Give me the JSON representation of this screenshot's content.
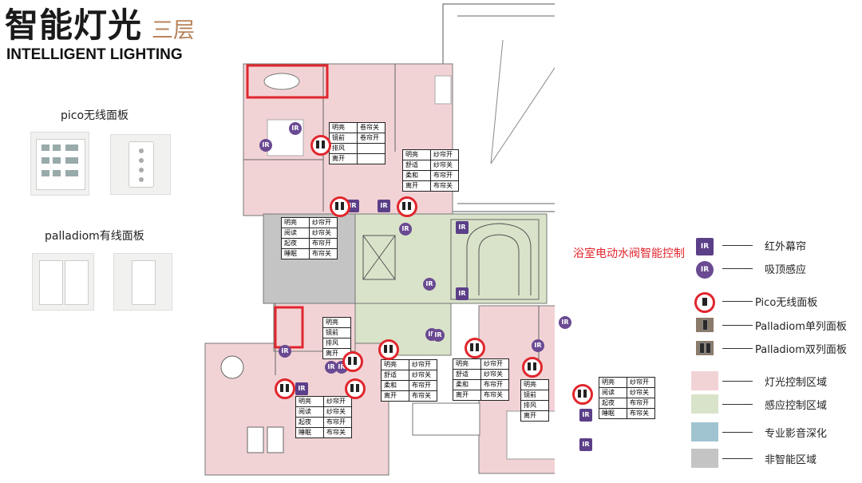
{
  "header": {
    "title_cn": "智能灯光",
    "title_floor": "三层",
    "title_en": "INTELLIGENT LIGHTING"
  },
  "left": {
    "pico_label": "pico无线面板",
    "palladiom_label": "palladiom有线面板"
  },
  "callout": "浴室电动水阀智能控制",
  "markers": {
    "ir": "IR"
  },
  "tables": [
    {
      "rows": [
        [
          "明亮",
          "卷帘关"
        ],
        [
          "镜前",
          "卷帘开"
        ],
        [
          "排风",
          ""
        ],
        [
          "离开",
          ""
        ]
      ]
    },
    {
      "rows": [
        [
          "明亮",
          "纱帘开"
        ],
        [
          "舒适",
          "纱帘关"
        ],
        [
          "柔和",
          "布帘开"
        ],
        [
          "离开",
          "布帘关"
        ]
      ]
    },
    {
      "rows": [
        [
          "明亮",
          "纱帘开"
        ],
        [
          "阅读",
          "纱帘关"
        ],
        [
          "起夜",
          "布帘开"
        ],
        [
          "睡眠",
          "布帘关"
        ]
      ]
    },
    {
      "rows": [
        [
          "明亮"
        ],
        [
          "镜前"
        ],
        [
          "排风"
        ],
        [
          "离开"
        ]
      ]
    },
    {
      "rows": [
        [
          "明亮",
          "纱帘开"
        ],
        [
          "舒适",
          "纱帘关"
        ],
        [
          "柔和",
          "布帘开"
        ],
        [
          "离开",
          "布帘关"
        ]
      ]
    },
    {
      "rows": [
        [
          "明亮",
          "纱帘开"
        ],
        [
          "舒适",
          "纱帘关"
        ],
        [
          "柔和",
          "布帘开"
        ],
        [
          "离开",
          "布帘关"
        ]
      ]
    },
    {
      "rows": [
        [
          "明亮"
        ],
        [
          "镜前"
        ],
        [
          "排风"
        ],
        [
          "离开"
        ]
      ]
    },
    {
      "rows": [
        [
          "明亮",
          "纱帘开"
        ],
        [
          "阅读",
          "纱帘关"
        ],
        [
          "起夜",
          "布帘开"
        ],
        [
          "睡眠",
          "布帘关"
        ]
      ]
    },
    {
      "rows": [
        [
          "明亮",
          "纱帘开"
        ],
        [
          "阅读",
          "纱帘关"
        ],
        [
          "起夜",
          "布帘开"
        ],
        [
          "睡眠",
          "布帘关"
        ]
      ]
    }
  ],
  "legend": [
    {
      "label": "红外幕帘",
      "type": "ir-square"
    },
    {
      "label": "吸顶感应",
      "type": "ir-circle"
    },
    {
      "label": "Pico无线面板",
      "type": "pico"
    },
    {
      "label": "Palladiom单列面板",
      "type": "single"
    },
    {
      "label": "Palladiom双列面板",
      "type": "double"
    },
    {
      "label": "灯光控制区域",
      "type": "swatch",
      "color": "#f2d3d5"
    },
    {
      "label": "感应控制区域",
      "type": "swatch",
      "color": "#d9e3c9"
    },
    {
      "label": "专业影音深化",
      "type": "swatch",
      "color": "#9fc4d0"
    },
    {
      "label": "非智能区域",
      "type": "swatch",
      "color": "#c4c4c4"
    }
  ],
  "colors": {
    "lighting_zone": "#f2d3d5",
    "sensor_zone": "#d9e3c9",
    "av_zone": "#9fc4d0",
    "non_smart_zone": "#c4c4c4",
    "accent_red": "#e0262d",
    "marker_purple": "#5b3f88"
  }
}
